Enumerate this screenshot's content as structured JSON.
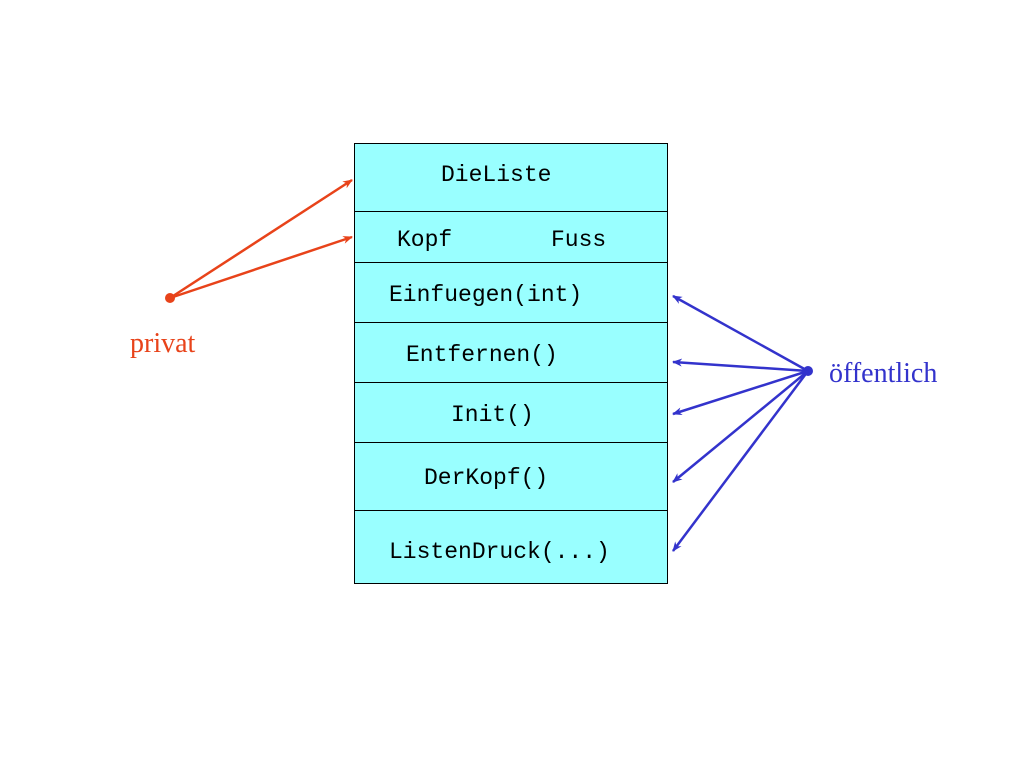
{
  "class": {
    "name": "DieListe",
    "attributes": [
      "Kopf",
      "Fuss"
    ],
    "methods": [
      "Einfuegen(int)",
      "Entfernen()",
      "Init()",
      "DerKopf()",
      "ListenDruck(...)"
    ],
    "fill_color": "#99ffff"
  },
  "private_label": {
    "text": "privat",
    "color": "#e8431a"
  },
  "public_label": {
    "text": "öffentlich",
    "color": "#3333cc"
  }
}
